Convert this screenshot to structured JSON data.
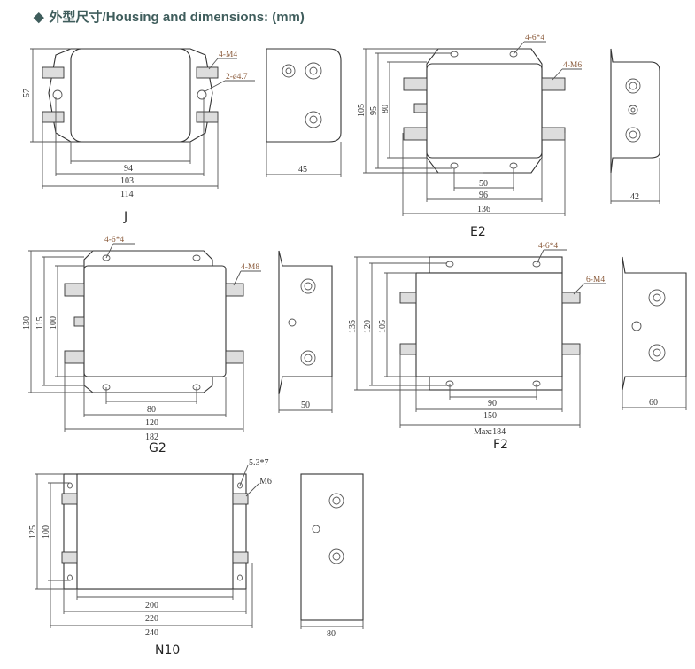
{
  "header": {
    "title": "外型尺寸/Housing and dimensions: (mm)",
    "bullet": "◆"
  },
  "models": {
    "J": {
      "name": "J",
      "height": "57",
      "dims": [
        "94",
        "103",
        "114"
      ],
      "depth": "45",
      "notes": [
        "4-M4",
        "2-ø4.7"
      ]
    },
    "E2": {
      "name": "E2",
      "heights": [
        "105",
        "95",
        "80"
      ],
      "dims": [
        "50",
        "96",
        "136"
      ],
      "depth": "42",
      "notes": [
        "4-6*4",
        "4-M6"
      ]
    },
    "G2": {
      "name": "G2",
      "heights": [
        "130",
        "115",
        "100"
      ],
      "dims": [
        "80",
        "120",
        "182"
      ],
      "depth": "50",
      "notes": [
        "4-6*4",
        "4-M8"
      ]
    },
    "F2": {
      "name": "F2",
      "heights": [
        "135",
        "120",
        "105"
      ],
      "dims": [
        "90",
        "150",
        "Max:184"
      ],
      "depth": "60",
      "notes": [
        "4-6*4",
        "6-M4"
      ]
    },
    "N10": {
      "name": "N10",
      "heights": [
        "125",
        "100"
      ],
      "dims": [
        "200",
        "220",
        "240"
      ],
      "depth": "80",
      "notes": [
        "5.3*7",
        "M6"
      ]
    }
  }
}
